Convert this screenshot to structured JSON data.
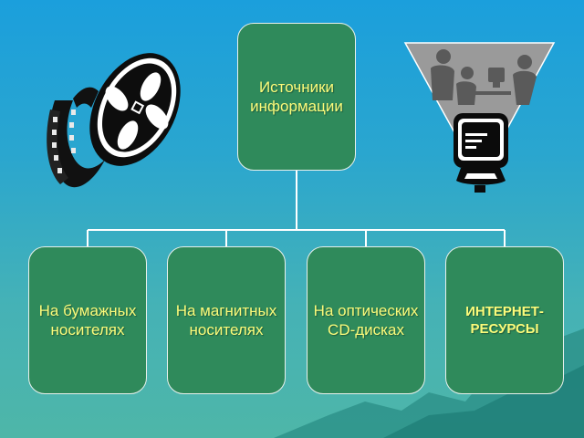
{
  "diagram": {
    "root": {
      "text": "Источники\nинформации"
    },
    "children": [
      {
        "text": "На бумажных\nносителях"
      },
      {
        "text": "На магнитных\nносителях"
      },
      {
        "text": "На оптических\nCD-дисках"
      },
      {
        "text": "ИНТЕРНЕТ-\nРЕСУРСЫ"
      }
    ]
  },
  "colors": {
    "box_fill": "#2f8a5b",
    "box_text": "#fbfb7a",
    "connector": "#ffffff",
    "background_top": "#1b9fdc",
    "background_bottom": "#4eb6a8"
  },
  "icons": {
    "left": "film-reel-icon",
    "right": "computer-users-icon"
  }
}
